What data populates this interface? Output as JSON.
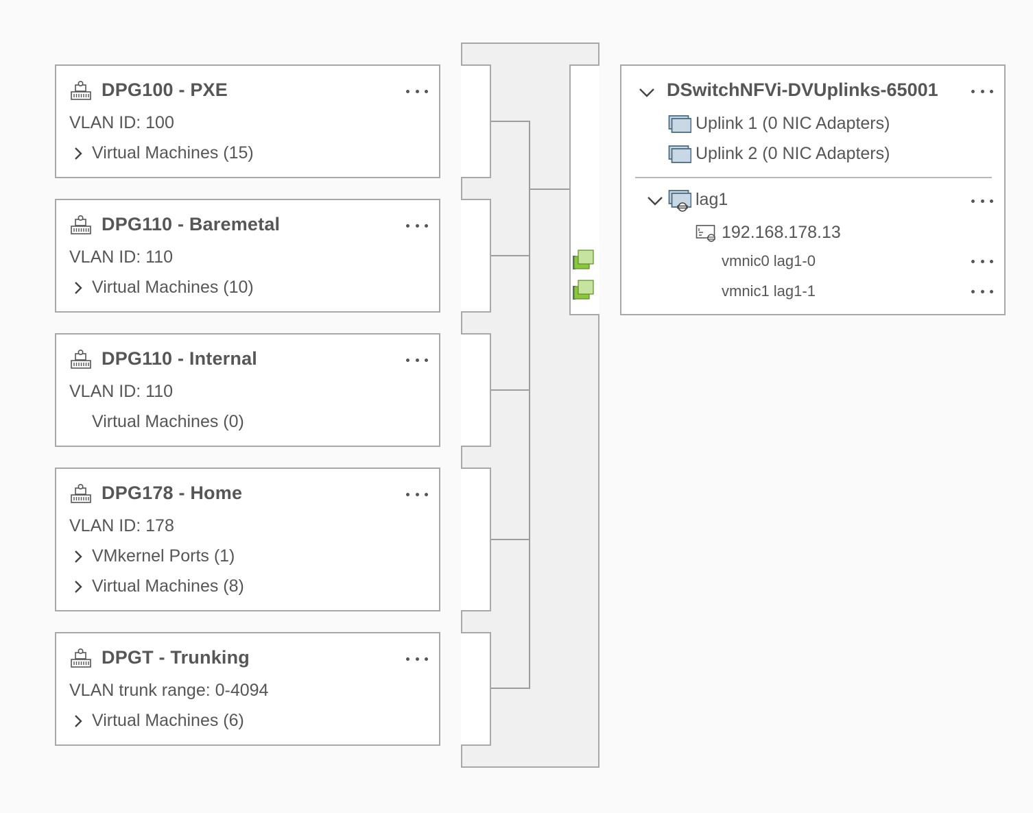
{
  "port_groups": [
    {
      "title": "DPG100 - PXE",
      "vlan": "VLAN ID: 100",
      "rows": [
        {
          "label": "Virtual Machines (15)",
          "expandable": true
        }
      ]
    },
    {
      "title": "DPG110 - Baremetal",
      "vlan": "VLAN ID: 110",
      "rows": [
        {
          "label": "Virtual Machines (10)",
          "expandable": true
        }
      ]
    },
    {
      "title": "DPG110 - Internal",
      "vlan": "VLAN ID: 110",
      "rows": [
        {
          "label": "Virtual Machines (0)",
          "expandable": false
        }
      ]
    },
    {
      "title": "DPG178 - Home",
      "vlan": "VLAN ID: 178",
      "rows": [
        {
          "label": "VMkernel Ports (1)",
          "expandable": true
        },
        {
          "label": "Virtual Machines (8)",
          "expandable": true
        }
      ]
    },
    {
      "title": "DPGT - Trunking",
      "vlan": "VLAN trunk range: 0-4094",
      "rows": [
        {
          "label": "Virtual Machines (6)",
          "expandable": true
        }
      ]
    }
  ],
  "uplinks": {
    "title": "DSwitchNFVi-DVUplinks-65001",
    "items": [
      "Uplink 1 (0 NIC Adapters)",
      "Uplink 2 (0 NIC Adapters)"
    ],
    "lag": {
      "name": "lag1",
      "host": "192.168.178.13",
      "nics": [
        "vmnic0 lag1-0",
        "vmnic1 lag1-1"
      ]
    }
  },
  "icons": {
    "port_group": "port-group-icon",
    "uplink": "uplink-icon",
    "lag": "lag-icon",
    "host": "host-icon",
    "nic": "physical-nic-icon",
    "more": "more-actions-icon"
  },
  "colors": {
    "card_border": "#a8a8a8",
    "text": "#565656",
    "switch_fill": "#f0f0f0",
    "nic_green": "#8cc63f",
    "uplink_icon_fill": "#c8d8e4",
    "uplink_icon_stroke": "#4a6c82"
  }
}
